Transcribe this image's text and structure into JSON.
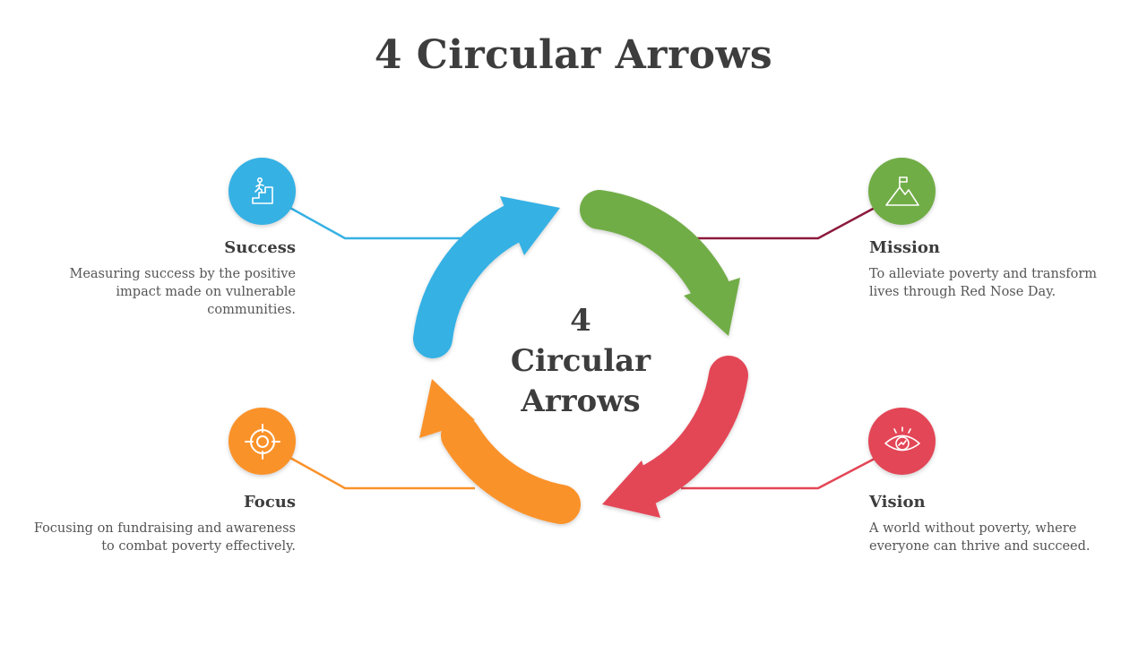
{
  "title": "4 Circular Arrows",
  "center": {
    "line1": "4",
    "line2": "Circular",
    "line3": "Arrows"
  },
  "colors": {
    "blue": "#36b1e4",
    "green": "#71ad46",
    "red": "#e34656",
    "orange": "#fa922a",
    "maroon": "#8c1a3c",
    "text_dark": "#3d3d3d",
    "text_body": "#555555"
  },
  "items": {
    "success": {
      "title": "Success",
      "description": "Measuring success by the positive impact made on vulnerable communities.",
      "icon": "stairs-climber-icon",
      "color": "#36b1e4"
    },
    "mission": {
      "title": "Mission",
      "description": "To alleviate poverty and transform lives through Red Nose Day.",
      "icon": "mountain-flag-icon",
      "color": "#71ad46"
    },
    "focus": {
      "title": "Focus",
      "description": "Focusing on fundraising and awareness to combat poverty effectively.",
      "icon": "crosshair-target-icon",
      "color": "#fa922a"
    },
    "vision": {
      "title": "Vision",
      "description": "A world without poverty, where everyone can thrive and succeed.",
      "icon": "eye-icon",
      "color": "#e34656"
    }
  }
}
